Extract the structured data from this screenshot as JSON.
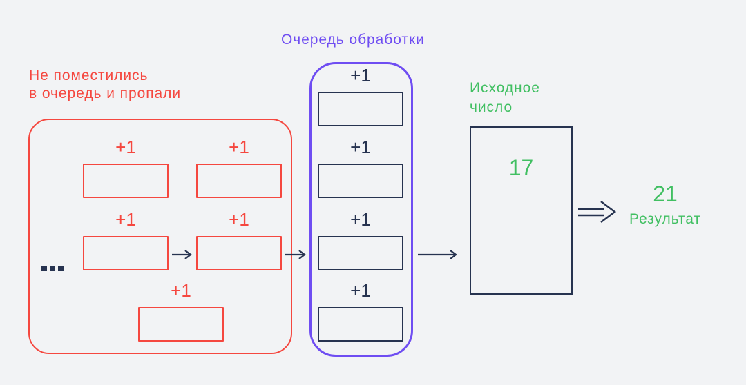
{
  "colors": {
    "background": "#f2f3f5",
    "red": "#f5473f",
    "purple": "#6f4df2",
    "navy": "#273350",
    "green": "#41bf62"
  },
  "lost": {
    "title_line1": "Не поместились",
    "title_line2": "в очередь и пропали",
    "ellipsis": "…",
    "cells": [
      {
        "label": "+1"
      },
      {
        "label": "+1"
      },
      {
        "label": "+1"
      },
      {
        "label": "+1"
      },
      {
        "label": "+1"
      }
    ]
  },
  "queue": {
    "title": "Очередь обработки",
    "cells": [
      {
        "label": "+1"
      },
      {
        "label": "+1"
      },
      {
        "label": "+1"
      },
      {
        "label": "+1"
      }
    ]
  },
  "source": {
    "label_line1": "Исходное",
    "label_line2": "число",
    "value": "17"
  },
  "result": {
    "value": "21",
    "label": "Результат"
  }
}
